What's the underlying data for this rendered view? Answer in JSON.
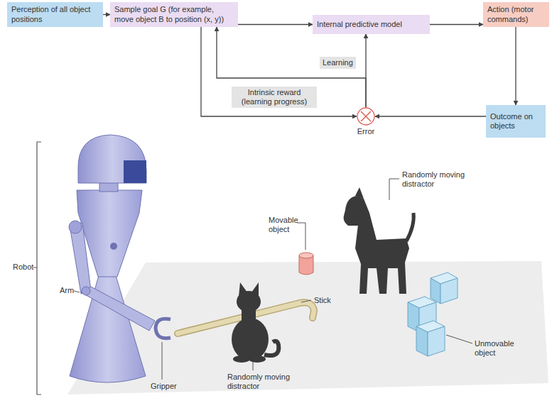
{
  "diagram": {
    "nodes": [
      {
        "text": [
          "Perception of all object positions"
        ]
      },
      {
        "text": [
          "Sample goal G (for example, move object B to position (x, y))"
        ]
      },
      {
        "text": [
          "Internal predictive model"
        ]
      },
      {
        "text": [
          "Action (motor commands)"
        ]
      },
      {
        "text": [
          "Outcome on objects"
        ]
      },
      {
        "text": [
          "Error"
        ]
      }
    ],
    "edges": [
      {
        "from": 0,
        "to": 1,
        "arrow": "to"
      },
      {
        "from": 1,
        "to": 2,
        "arrow": "to"
      },
      {
        "from": 2,
        "to": 3,
        "arrow": "to"
      },
      {
        "from": 3,
        "to": 4,
        "arrow": "to"
      },
      {
        "from": 4,
        "to": 5,
        "arrow": "to"
      },
      {
        "from": 1,
        "to": 5,
        "arrow": "to"
      },
      {
        "from": 5,
        "to": 1,
        "label": "Intrinsic reward (learning progress)",
        "arrow": "to"
      },
      {
        "from": 5,
        "to": 2,
        "label": "Learning",
        "arrow": "to"
      }
    ],
    "labels": [
      "Robot",
      "Arm",
      "Gripper",
      "Randomly moving distractor",
      "Randomly moving distractor",
      "Movable object",
      "Stick",
      "Unmovable object"
    ]
  }
}
